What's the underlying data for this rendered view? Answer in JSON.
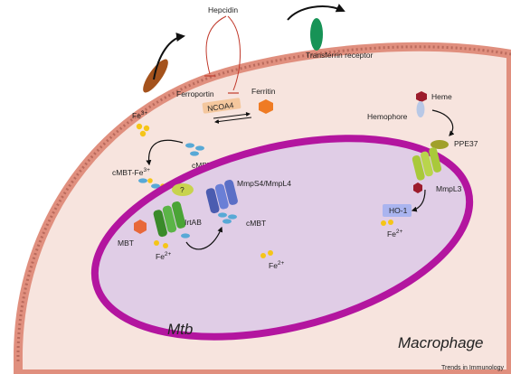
{
  "labels": {
    "hepcidin": "Hepcidin",
    "ferroportin": "Ferroportin",
    "ncoa4": "NCOA4",
    "ferritin": "Ferritin",
    "transferrin_receptor": "Transferrin receptor",
    "heme": "Heme",
    "hemophore": "Hemophore",
    "ppe37": "PPE37",
    "mmpl3": "MmpL3",
    "ho1": "HO-1",
    "fe2_right": "Fe",
    "fe2_right_sup": "2+",
    "fe3": "Fe",
    "fe3_sup": "3+",
    "cmbt_top": "cMBT",
    "cmbt_fe3": "cMBT-Fe",
    "cmbt_fe3_sup": "3+",
    "question": "?",
    "mmps4": "MmpS4/MmpL4",
    "irtab": "IrtAB",
    "cmbt_inner": "cMBT",
    "mbt": "MBT",
    "fe2_left": "Fe",
    "fe2_left_sup": "2+",
    "fe2_center": "Fe",
    "fe2_center_sup": "2+",
    "mtb": "Mtb",
    "macrophage": "Macrophage",
    "footer": "Trends in Immunology"
  },
  "colors": {
    "cell_fill": "#f7e4de",
    "membrane": "#e08f7e",
    "membrane_dash": "#b96a5c",
    "mtb_wall": "#b3159f",
    "mtb_fill": "#e0cde6",
    "ferroportin": "#a4521c",
    "transferrin": "#179356",
    "hepcidin_line": "#c0392b",
    "ncoa4_box": "#f4c79d",
    "ferritin": "#ef7b24",
    "iron": "#f5c518",
    "cmbt": "#58a9d6",
    "irtab": "#4aa436",
    "mmps4": "#5b6fc6",
    "mmpl3": "#a9c93a",
    "ppe37": "#a0a02a",
    "heme": "#9c1c2c",
    "hemophore": "#b8c8e6",
    "ho1": "#aab4ef",
    "question": "#c8d34e",
    "mbt": "#e8683a"
  }
}
